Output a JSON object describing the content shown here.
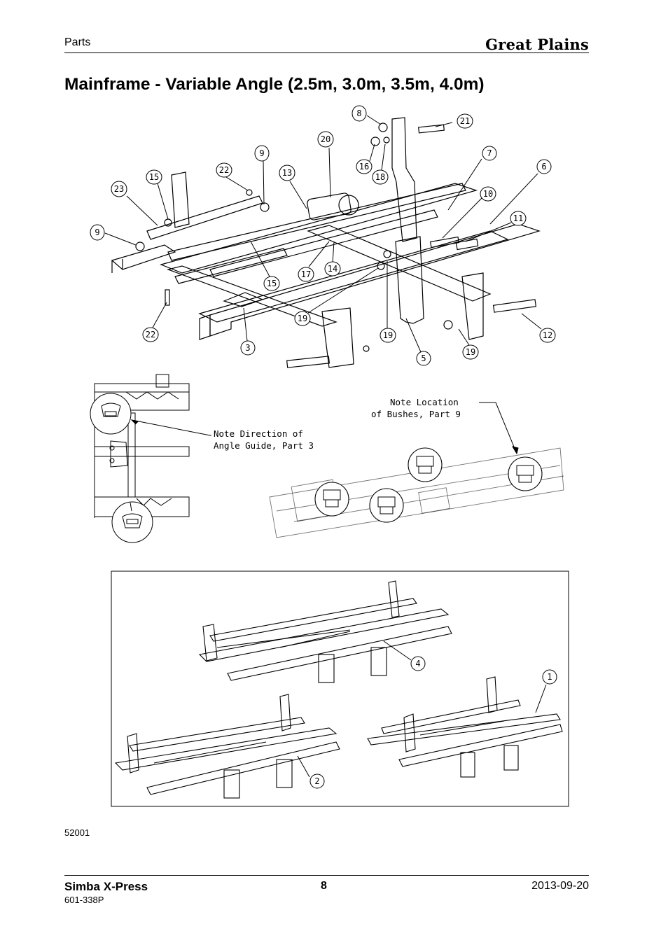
{
  "header": {
    "section": "Parts",
    "brand": "Great Plains"
  },
  "title": "Mainframe - Variable Angle (2.5m, 3.0m, 3.5m, 4.0m)",
  "callouts": {
    "c8": "8",
    "c21": "21",
    "c20": "20",
    "c16": "16",
    "c18": "18",
    "c9a": "9",
    "c22a": "22",
    "c13": "13",
    "c7": "7",
    "c6": "6",
    "c15a": "15",
    "c23": "23",
    "c10": "10",
    "c11": "11",
    "c9b": "9",
    "c15b": "15",
    "c17": "17",
    "c14": "14",
    "c19a": "19",
    "c19b": "19",
    "c22b": "22",
    "c3": "3",
    "c5": "5",
    "c19c": "19",
    "c12": "12",
    "c4": "4",
    "c1": "1",
    "c2": "2"
  },
  "notes": {
    "direction_line1": "Note Direction of",
    "direction_line2": "Angle Guide, Part 3",
    "location_line1": "Note Location",
    "location_line2": "of Bushes, Part 9"
  },
  "figure_number": "52001",
  "footer": {
    "product": "Simba X-Press",
    "page": "8",
    "date": "2013-09-20",
    "doc_number": "601-338P"
  }
}
